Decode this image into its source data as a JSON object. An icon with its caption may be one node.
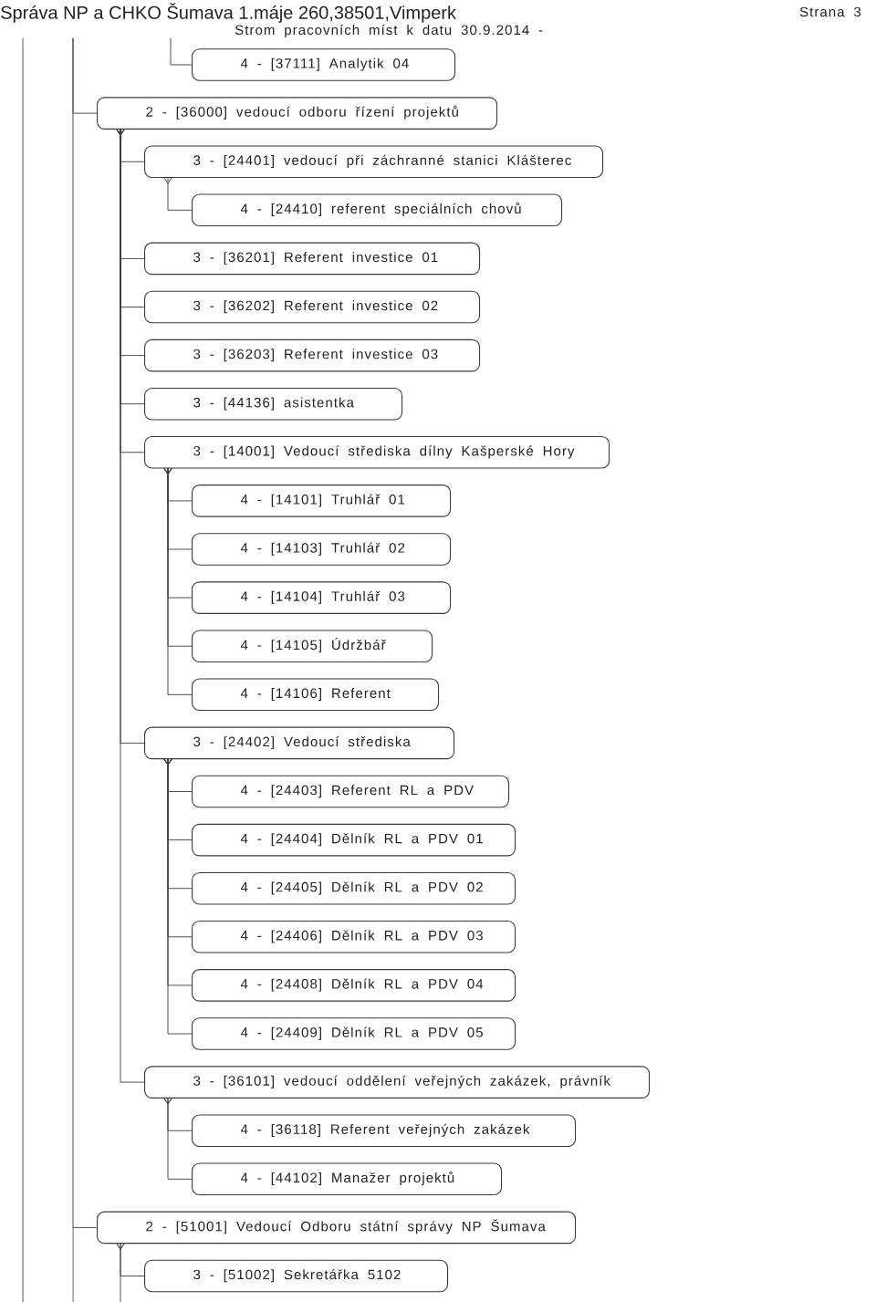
{
  "diagram": {
    "title": "Strom pracovních míst k datu 30.9.2014 -",
    "nodes": [
      {
        "text": [
          "4 - [37111] Analytik 04"
        ]
      },
      {
        "text": [
          "2 - [36000] vedoucí odboru řízení projektů"
        ]
      },
      {
        "text": [
          "3 - [24401] vedoucí při záchranné stanici Klášterec"
        ]
      },
      {
        "text": [
          "4 - [24410] referent speciálních chovů"
        ]
      },
      {
        "text": [
          "3 - [36201] Referent investice 01"
        ]
      },
      {
        "text": [
          "3 - [36202] Referent investice 02"
        ]
      },
      {
        "text": [
          "3 - [36203] Referent investice 03"
        ]
      },
      {
        "text": [
          "3 - [44136] asistentka"
        ]
      },
      {
        "text": [
          "3 - [14001] Vedoucí střediska dílny Kašperské Hory"
        ]
      },
      {
        "text": [
          "4 - [14101] Truhlář 01"
        ]
      },
      {
        "text": [
          "4 - [14103] Truhlář 02"
        ]
      },
      {
        "text": [
          "4 - [14104] Truhlář 03"
        ]
      },
      {
        "text": [
          "4 - [14105] Údržbář"
        ]
      },
      {
        "text": [
          "4 - [14106] Referent"
        ]
      },
      {
        "text": [
          "3 - [24402] Vedoucí střediska"
        ]
      },
      {
        "text": [
          "4 - [24403] Referent RL a PDV"
        ]
      },
      {
        "text": [
          "4 - [24404] Dělník RL a PDV 01"
        ]
      },
      {
        "text": [
          "4 - [24405] Dělník RL a PDV 02"
        ]
      },
      {
        "text": [
          "4 - [24406] Dělník RL a PDV 03"
        ]
      },
      {
        "text": [
          "4 - [24408] Dělník RL a PDV 04"
        ]
      },
      {
        "text": [
          "4 - [24409] Dělník RL a PDV 05"
        ]
      },
      {
        "text": [
          "3 - [36101] vedoucí oddělení veřejných zakázek, právník"
        ]
      },
      {
        "text": [
          "4 - [36118] Referent veřejných zakázek"
        ]
      },
      {
        "text": [
          "4 - [44102] Manažer projektů"
        ]
      },
      {
        "text": [
          "2 - [51001] Vedoucí Odboru státní správy NP Šumava"
        ]
      },
      {
        "text": [
          "3 - [51002] Sekretářka 5102"
        ]
      }
    ],
    "edges": [
      {
        "from": null,
        "to": 0,
        "arrow": "none"
      },
      {
        "from": null,
        "to": 1,
        "arrow": "none"
      },
      {
        "from": 1,
        "to": 2,
        "arrow": "other"
      },
      {
        "from": 2,
        "to": 3,
        "arrow": "other"
      },
      {
        "from": 1,
        "to": 4,
        "arrow": "other"
      },
      {
        "from": 1,
        "to": 5,
        "arrow": "other"
      },
      {
        "from": 1,
        "to": 6,
        "arrow": "other"
      },
      {
        "from": 1,
        "to": 7,
        "arrow": "other"
      },
      {
        "from": 1,
        "to": 8,
        "arrow": "other"
      },
      {
        "from": 8,
        "to": 9,
        "arrow": "other"
      },
      {
        "from": 8,
        "to": 10,
        "arrow": "other"
      },
      {
        "from": 8,
        "to": 11,
        "arrow": "other"
      },
      {
        "from": 8,
        "to": 12,
        "arrow": "other"
      },
      {
        "from": 8,
        "to": 13,
        "arrow": "other"
      },
      {
        "from": 1,
        "to": 14,
        "arrow": "other"
      },
      {
        "from": 14,
        "to": 15,
        "arrow": "other"
      },
      {
        "from": 14,
        "to": 16,
        "arrow": "other"
      },
      {
        "from": 14,
        "to": 17,
        "arrow": "other"
      },
      {
        "from": 14,
        "to": 18,
        "arrow": "other"
      },
      {
        "from": 14,
        "to": 19,
        "arrow": "other"
      },
      {
        "from": 14,
        "to": 20,
        "arrow": "other"
      },
      {
        "from": 1,
        "to": 21,
        "arrow": "other"
      },
      {
        "from": 21,
        "to": 22,
        "arrow": "other"
      },
      {
        "from": 21,
        "to": 23,
        "arrow": "other"
      },
      {
        "from": null,
        "to": 24,
        "arrow": "none"
      },
      {
        "from": 24,
        "to": 25,
        "arrow": "other"
      },
      {
        "from": 24,
        "to": null,
        "arrow": "other"
      }
    ],
    "labels": [
      "Správa NP a CHKO Šumava 1.máje 260,38501,Vimperk",
      "Strana 3"
    ]
  }
}
